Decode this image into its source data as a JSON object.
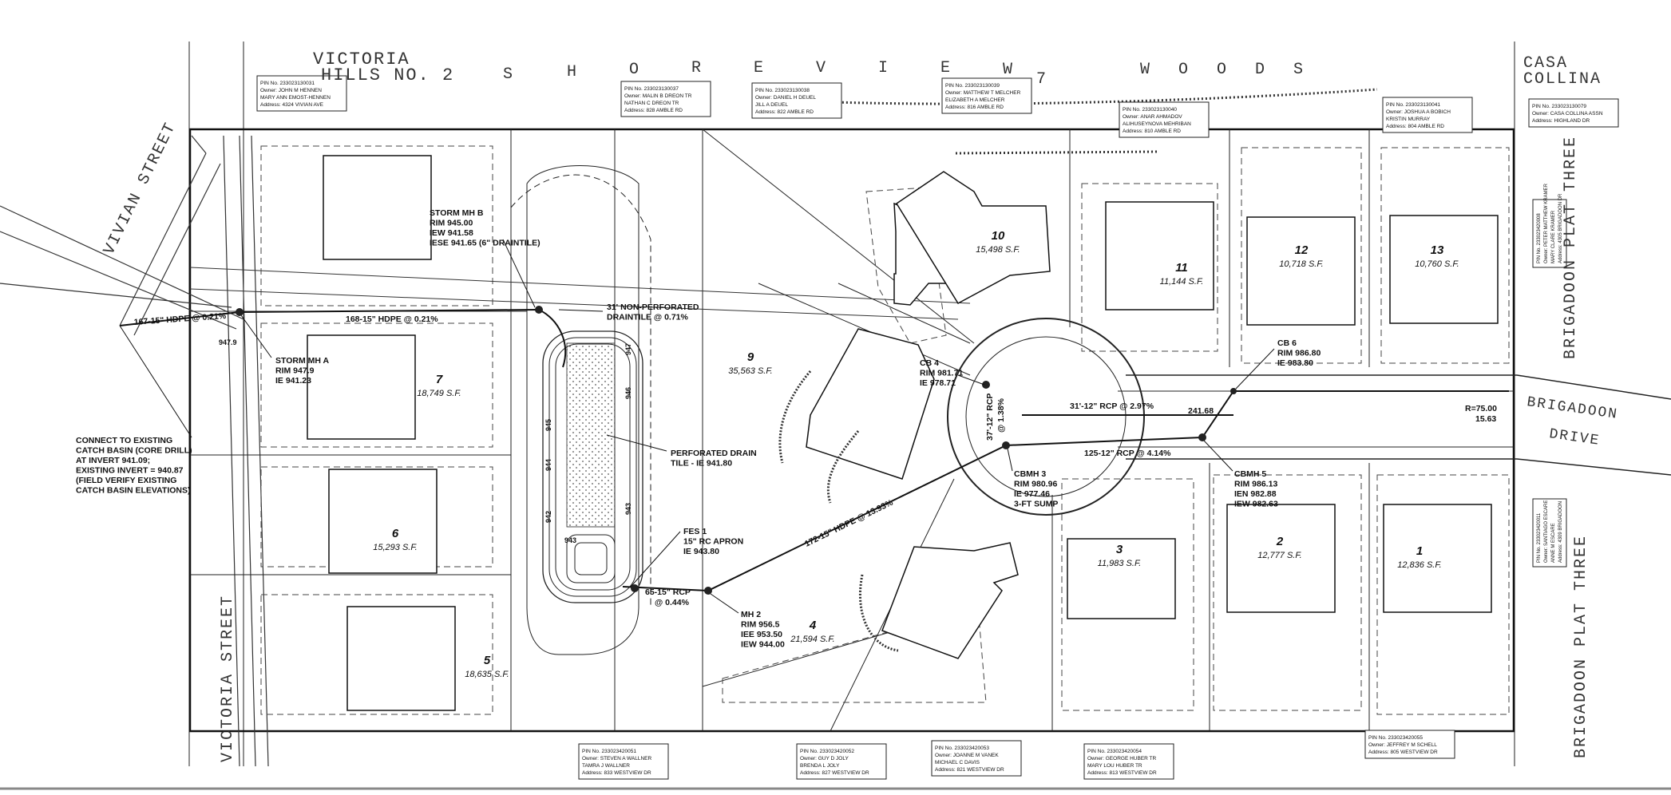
{
  "streets": {
    "victoria_hills_1": "VICTORIA",
    "victoria_hills_2": "HILLS NO. 2",
    "shoreview": [
      "S",
      "H",
      "O",
      "R",
      "E",
      "V",
      "I",
      "E",
      "W",
      "7",
      "W",
      "O",
      "O",
      "D",
      "S"
    ],
    "casa_colina_1": "CASA",
    "casa_colina_2": "COLLINA",
    "vivian": "VIVIAN STREET",
    "victoria": "VICTORIA STREET",
    "brigadoon_drive_1": "BRIGADOON",
    "brigadoon_drive_2": "DRIVE",
    "brigadoon_plat_1": "BRIGADOON PLAT THREE",
    "brigadoon_plat_2": "BRIGADOON PLAT THREE"
  },
  "lots": [
    {
      "num": "1",
      "area": "12,836 S.F."
    },
    {
      "num": "2",
      "area": "12,777 S.F."
    },
    {
      "num": "3",
      "area": "11,983 S.F."
    },
    {
      "num": "4",
      "area": "21,594 S.F."
    },
    {
      "num": "5",
      "area": "18,635 S.F."
    },
    {
      "num": "6",
      "area": "15,293 S.F."
    },
    {
      "num": "7",
      "area": "18,749 S.F."
    },
    {
      "num": "9",
      "area": "35,563 S.F."
    },
    {
      "num": "10",
      "area": "15,498 S.F."
    },
    {
      "num": "11",
      "area": "11,144 S.F."
    },
    {
      "num": "12",
      "area": "10,718 S.F."
    },
    {
      "num": "13",
      "area": "10,760 S.F."
    }
  ],
  "callouts": {
    "storm_mh_b": [
      "STORM MH B",
      "RIM 945.00",
      "IEW 941.58",
      "IESE 941.65 (6\" DRAINTILE)"
    ],
    "storm_mh_a": [
      "STORM MH A",
      "RIM 947.9",
      "IE 941.23"
    ],
    "connect": [
      "CONNECT TO EXISTING",
      "CATCH BASIN (CORE DRILL)",
      "AT INVERT 941.09;",
      "EXISTING INVERT = 940.87",
      "(FIELD VERIFY EXISTING",
      "CATCH BASIN ELEVATIONS)"
    ],
    "nonperf": [
      "31' NON-PERFORATED",
      "DRAINTILE @ 0.71%"
    ],
    "perf": [
      "PERFORATED DRAIN",
      "TILE - IE 941.80"
    ],
    "fes1": [
      "FES 1",
      "15\" RC APRON",
      "IE 943.80"
    ],
    "mh2": [
      "MH 2",
      "RIM 956.5",
      "IEE 953.50",
      "IEW 944.00"
    ],
    "cb4": [
      "CB 4",
      "RIM 981.71",
      "IE 978.71"
    ],
    "cbmh3": [
      "CBMH 3",
      "RIM 980.96",
      "IE 977.46",
      "3-FT SUMP"
    ],
    "cb6": [
      "CB 6",
      "RIM 986.80",
      "IE 983.80"
    ],
    "cbmh5": [
      "CBMH 5",
      "RIM 986.13",
      "IEN 982.88",
      "IEW 982.63"
    ]
  },
  "pipes": {
    "p167": "167-15\" HDPE @ 0.21%",
    "p168": "168-15\" HDPE @ 0.21%",
    "p172": "172-15\" HDPE @ 13.93%",
    "p65": "65-15\" RCP",
    "p65b": "@ 0.44%",
    "p31": "31'-12\" RCP @ 2.97%",
    "p125": "125-12\" RCP @ 4.14%",
    "p37": "37'-12\" RCP",
    "p37b": "@ 1.38%",
    "dim241": "241.68",
    "radius": "R=75.00",
    "radius2": "15.63"
  },
  "contours": [
    "943",
    "944",
    "945",
    "946",
    "947",
    "947.9",
    "943",
    "942"
  ],
  "owner_boxes": [
    {
      "lines": [
        "PIN No. 233023130031",
        "Owner: JOHN M HENNEN",
        "MARY ANN EMOST-HENNEN",
        "Address: 4324 VIVIAN AVE"
      ]
    },
    {
      "lines": [
        "PIN No. 233023130037",
        "Owner: MALIN B DREON TR",
        "NATHAN C DREON TR",
        "Address: 828 AMBLE RD"
      ]
    },
    {
      "lines": [
        "PIN No. 233023130038",
        "Owner: DANIEL H DEUEL",
        "JILL A DEUEL",
        "Address: 822 AMBLE RD"
      ]
    },
    {
      "lines": [
        "PIN No. 233023130039",
        "Owner: MATTHEW T MELCHER",
        "ELIZABETH A MELCHER",
        "Address: 816 AMBLE RD"
      ]
    },
    {
      "lines": [
        "PIN No. 233023130040",
        "Owner: ANAR AHMADOV",
        "ALIHUSEYNOVA MEHRIBAN",
        "Address: 810 AMBLE RD"
      ]
    },
    {
      "lines": [
        "PIN No. 233023130041",
        "Owner: JOSHUA A BOBICH",
        "KRISTIN MURRAY",
        "Address: 804 AMBLE RD"
      ]
    },
    {
      "lines": [
        "PIN No. 233023130079",
        "Owner: CASA COLLINA ASSN",
        "Address: HIGHLAND DR"
      ]
    },
    {
      "lines": [
        "PIN No. 233023420051",
        "Owner: STEVEN A WALLNER",
        "TAMRA J WALLNER",
        "Address: 833 WESTVIEW DR"
      ]
    },
    {
      "lines": [
        "PIN No. 233023420052",
        "Owner: GUY D JOLY",
        "BRENDA L JOLY",
        "Address: 827 WESTVIEW DR"
      ]
    },
    {
      "lines": [
        "PIN No. 233023420053",
        "Owner: JOANNE M VANEK",
        "MICHAEL C DAVIS",
        "Address: 821 WESTVIEW DR"
      ]
    },
    {
      "lines": [
        "PIN No. 233023420054",
        "Owner: GEORGE HUBER TR",
        "MARY LOU HUBER TR",
        "Address: 813 WESTVIEW DR"
      ]
    },
    {
      "lines": [
        "PIN No. 233023420055",
        "Owner: JEFFREY M SCHELL",
        "Address: 805 WESTVIEW DR"
      ]
    }
  ],
  "side_boxes": [
    {
      "lines": [
        "PIN No. 233023420008",
        "Owner: PETER MATTHEW KRAMER",
        "MARY CLARE KRAMER",
        "Address: 4305 BRIGADOON DR"
      ]
    },
    {
      "lines": [
        "PIN No. 233023420011",
        "Owner: SANTIAGO ESCARE",
        "ANNE M ESCARE",
        "Address: 4309 BRIGADOON"
      ]
    }
  ]
}
